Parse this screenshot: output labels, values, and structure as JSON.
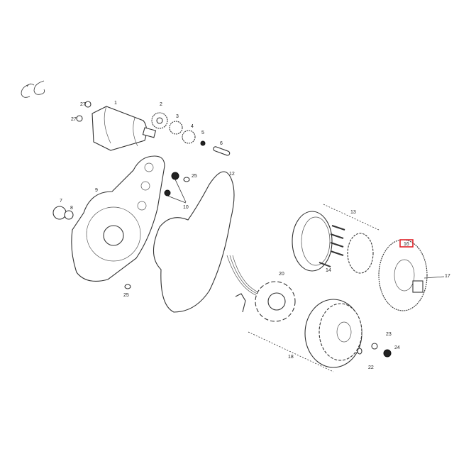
{
  "logo": "CG",
  "highlight_color": "#e0242a",
  "callouts": [
    {
      "id": "starter-motor",
      "label": "1"
    },
    {
      "id": "gear-a",
      "label": "2"
    },
    {
      "id": "gear-b",
      "label": "3"
    },
    {
      "id": "gear-c",
      "label": "4"
    },
    {
      "id": "washer",
      "label": "5"
    },
    {
      "id": "shaft",
      "label": "6"
    },
    {
      "id": "screw-top",
      "label": "27"
    },
    {
      "id": "screw-bottom",
      "label": "27"
    },
    {
      "id": "seal",
      "label": "7"
    },
    {
      "id": "o-ring",
      "label": "8"
    },
    {
      "id": "cover",
      "label": "9"
    },
    {
      "id": "bearings",
      "label": "10"
    },
    {
      "id": "dowel-top",
      "label": "25"
    },
    {
      "id": "dowel-bottom",
      "label": "25"
    },
    {
      "id": "gasket",
      "label": "12"
    },
    {
      "id": "clutch-assembly",
      "label": "13"
    },
    {
      "id": "bolts",
      "label": "14"
    },
    {
      "id": "starter-gear",
      "label": "16",
      "highlighted": true
    },
    {
      "id": "bearing",
      "label": "17"
    },
    {
      "id": "stator",
      "label": "20"
    },
    {
      "id": "flywheel-assembly",
      "label": "18"
    },
    {
      "id": "key",
      "label": "22"
    },
    {
      "id": "washer-flywheel",
      "label": "23"
    },
    {
      "id": "nut",
      "label": "24"
    }
  ]
}
